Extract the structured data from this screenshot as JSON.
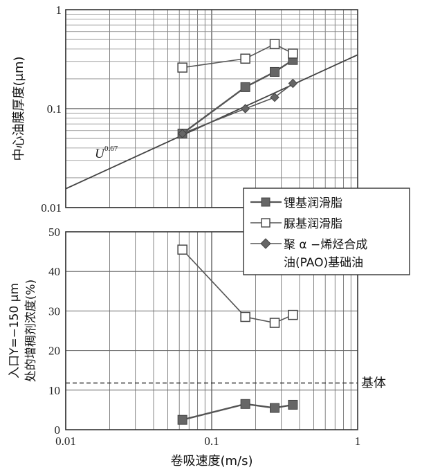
{
  "chart_data": [
    {
      "type": "line",
      "title": "",
      "xlabel": "",
      "ylabel": "中心油膜厚度(μm)",
      "x_scale": "log",
      "y_scale": "log",
      "xlim": [
        0.01,
        1
      ],
      "ylim": [
        0.01,
        1
      ],
      "x_tick_labels": [
        "0.01",
        "0.1",
        "1"
      ],
      "y_tick_labels": [
        "0.01",
        "0.1",
        "1"
      ],
      "grid": true,
      "annotation": {
        "text": "U",
        "superscript": "0.67"
      },
      "reference_line": {
        "x": [
          0.01,
          1
        ],
        "y": [
          0.0155,
          0.35
        ]
      },
      "series": [
        {
          "name": "锂基润滑脂",
          "marker": "filled-square",
          "x": [
            0.063,
            0.17,
            0.27,
            0.36
          ],
          "y": [
            0.056,
            0.165,
            0.235,
            0.31
          ]
        },
        {
          "name": "脲基润滑脂",
          "marker": "open-square",
          "x": [
            0.063,
            0.17,
            0.27,
            0.36
          ],
          "y": [
            0.26,
            0.32,
            0.45,
            0.36
          ]
        },
        {
          "name": "聚α-烯烃合成油(PAO)基础油",
          "marker": "diamond",
          "x": [
            0.063,
            0.17,
            0.27,
            0.36
          ],
          "y": [
            0.056,
            0.1,
            0.13,
            0.18
          ]
        }
      ]
    },
    {
      "type": "line",
      "title": "",
      "xlabel": "卷吸速度(m/s)",
      "ylabel_line1": "入口Y=−150 μm",
      "ylabel_line2": "处的增稠剂浓度(%)",
      "x_scale": "log",
      "xlim": [
        0.01,
        1
      ],
      "ylim": [
        0,
        50
      ],
      "x_tick_labels": [
        "0.01",
        "0.1",
        "1"
      ],
      "y_tick_labels": [
        "0",
        "10",
        "20",
        "30",
        "40",
        "50"
      ],
      "grid": true,
      "baseline": {
        "label": "基体",
        "y": 11.8
      },
      "series": [
        {
          "name": "锂基润滑脂",
          "marker": "filled-square",
          "x": [
            0.063,
            0.17,
            0.27,
            0.36
          ],
          "y": [
            2.5,
            6.5,
            5.5,
            6.3
          ]
        },
        {
          "name": "脲基润滑脂",
          "marker": "open-square",
          "x": [
            0.063,
            0.17,
            0.27,
            0.36
          ],
          "y": [
            45.5,
            28.5,
            27,
            29
          ]
        }
      ]
    }
  ],
  "legend": {
    "position": "right, between panels",
    "entries": [
      "锂基润滑脂",
      "脲基润滑脂",
      "聚 α −烯烃合成",
      "油(PAO)基础油"
    ]
  }
}
